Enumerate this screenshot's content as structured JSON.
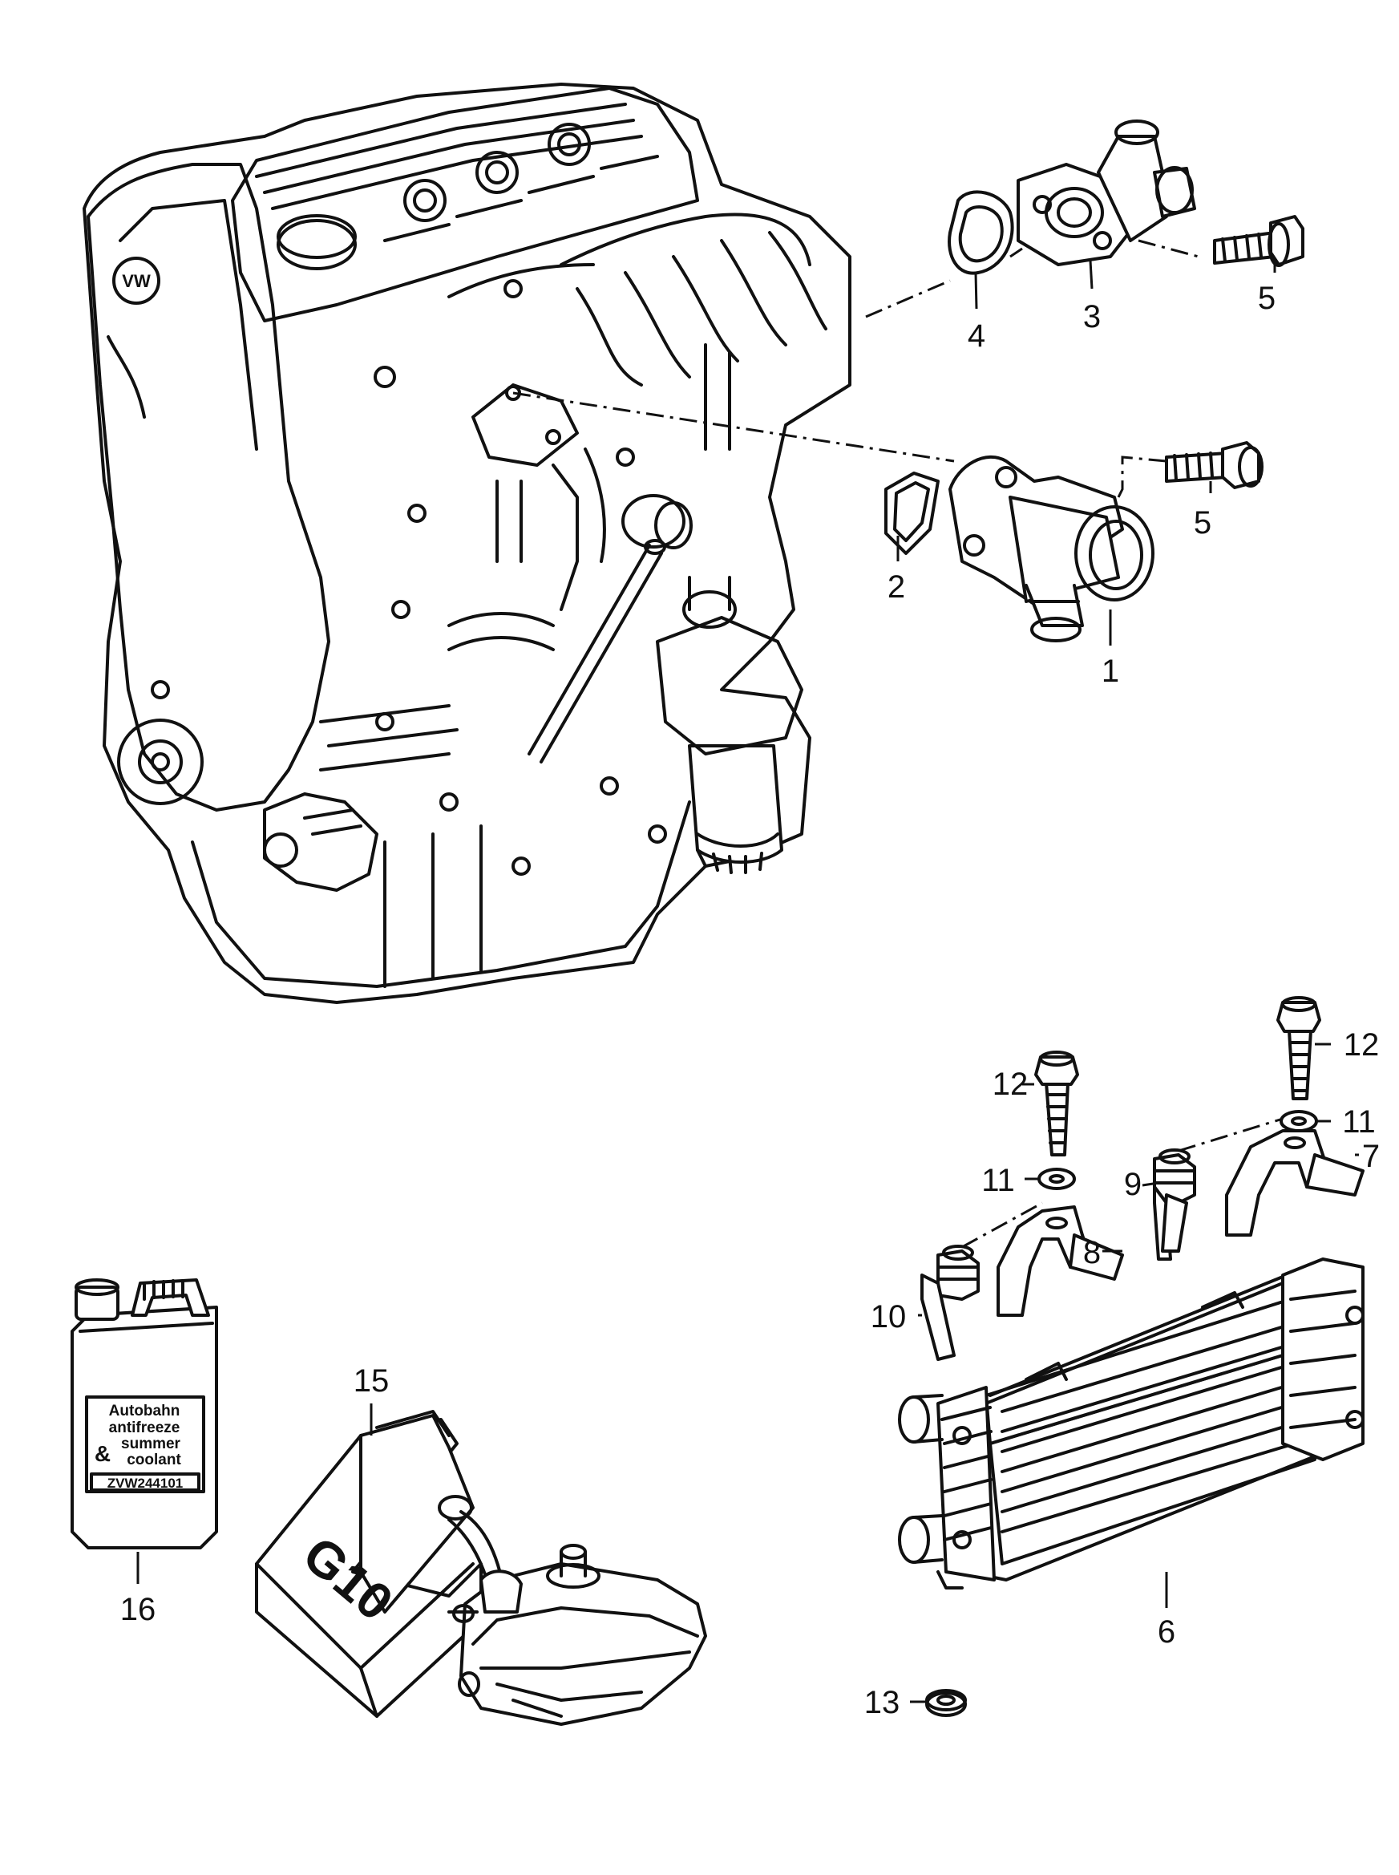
{
  "callouts": {
    "c1": "1",
    "c2": "2",
    "c3": "3",
    "c4": "4",
    "c5a": "5",
    "c5b": "5",
    "c6": "6",
    "c7": "7",
    "c8": "8",
    "c9": "9",
    "c10": "10",
    "c11a": "11",
    "c11b": "11",
    "c12a": "12",
    "c12b": "12",
    "c13": "13",
    "c15": "15",
    "c16": "16"
  },
  "bottle_label": {
    "line1": "Autobahn",
    "line2": "antifreeze",
    "line3": "summer",
    "ampersand": "&",
    "line4": "coolant",
    "code": "ZVW244101"
  },
  "canister_mark": "G10",
  "engine_logo": "VW",
  "colors": {
    "ink": "#111111",
    "paper": "#ffffff"
  }
}
